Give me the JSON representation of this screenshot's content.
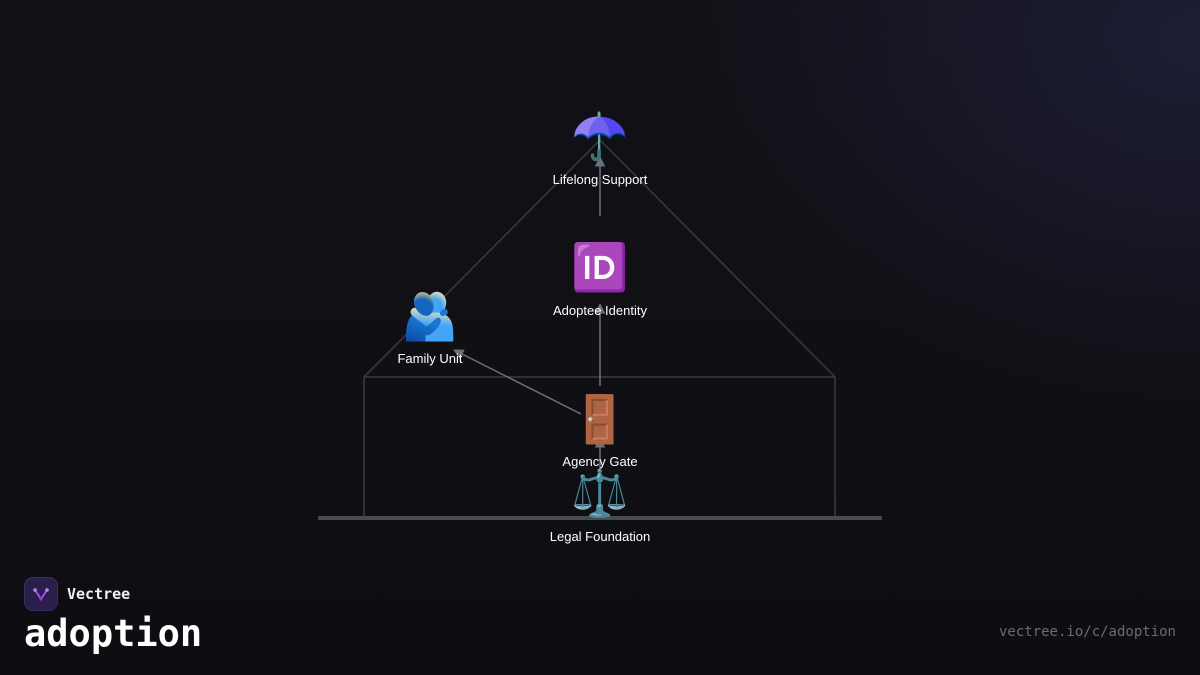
{
  "brand": {
    "name": "Vectree",
    "title": "adoption",
    "url": "vectree.io/c/adoption",
    "accent_color": "#a855f7"
  },
  "diagram": {
    "nodes": {
      "lifelong_support": {
        "label": "Lifelong Support",
        "icon": "☂️",
        "icon_name": "umbrella-icon"
      },
      "adoptee_identity": {
        "label": "Adoptee Identity",
        "icon": "🆔",
        "icon_name": "id-icon"
      },
      "family_unit": {
        "label": "Family Unit",
        "icon": "🫂",
        "icon_name": "people-hugging-icon"
      },
      "agency_gate": {
        "label": "Agency Gate",
        "icon": "🚪",
        "icon_name": "door-icon"
      },
      "legal_foundation": {
        "label": "Legal Foundation",
        "icon": "⚖️",
        "icon_name": "scales-icon"
      }
    },
    "edges": [
      {
        "from": "legal_foundation",
        "to": "agency_gate"
      },
      {
        "from": "agency_gate",
        "to": "adoptee_identity"
      },
      {
        "from": "agency_gate",
        "to": "family_unit"
      },
      {
        "from": "adoptee_identity",
        "to": "lifelong_support"
      }
    ],
    "colors": {
      "house_outline": "#3a3a42",
      "ground": "#4a4a52",
      "edge": "#707078"
    }
  }
}
